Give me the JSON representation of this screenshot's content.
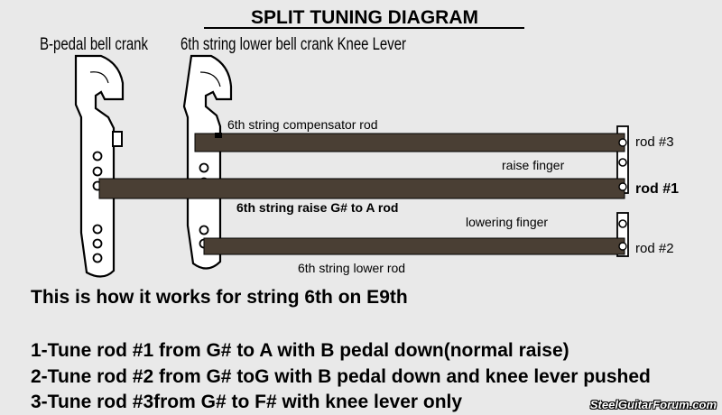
{
  "title": "SPLIT TUNING DIAGRAM",
  "labels": {
    "b_pedal_crank": "B-pedal bell crank",
    "sixth_crank": "6th string lower bell crank Knee Lever",
    "compensator_rod": "6th string compensator rod",
    "raise_finger": "raise finger",
    "raise_rod": "6th string raise G# to A  rod",
    "lowering_finger": "lowering finger",
    "lower_rod": "6th string lower rod",
    "rod3": "rod #3",
    "rod1": "rod #1",
    "rod2": "rod #2"
  },
  "instructions": {
    "intro": "This is how it works for string 6th on E9th",
    "step1": "1-Tune rod #1 from G# to A with B pedal down(normal raise)",
    "step2": "2-Tune rod #2 from G# toG with B pedal down and knee lever pushed",
    "step3": "3-Tune rod #3from G# to F# with knee lever only"
  },
  "watermark": "SteelGuitarForum.com",
  "colors": {
    "background": "#e9e9e9",
    "rod": "#4a3f34",
    "crank_fill": "#ffffff",
    "ink": "#000000"
  }
}
